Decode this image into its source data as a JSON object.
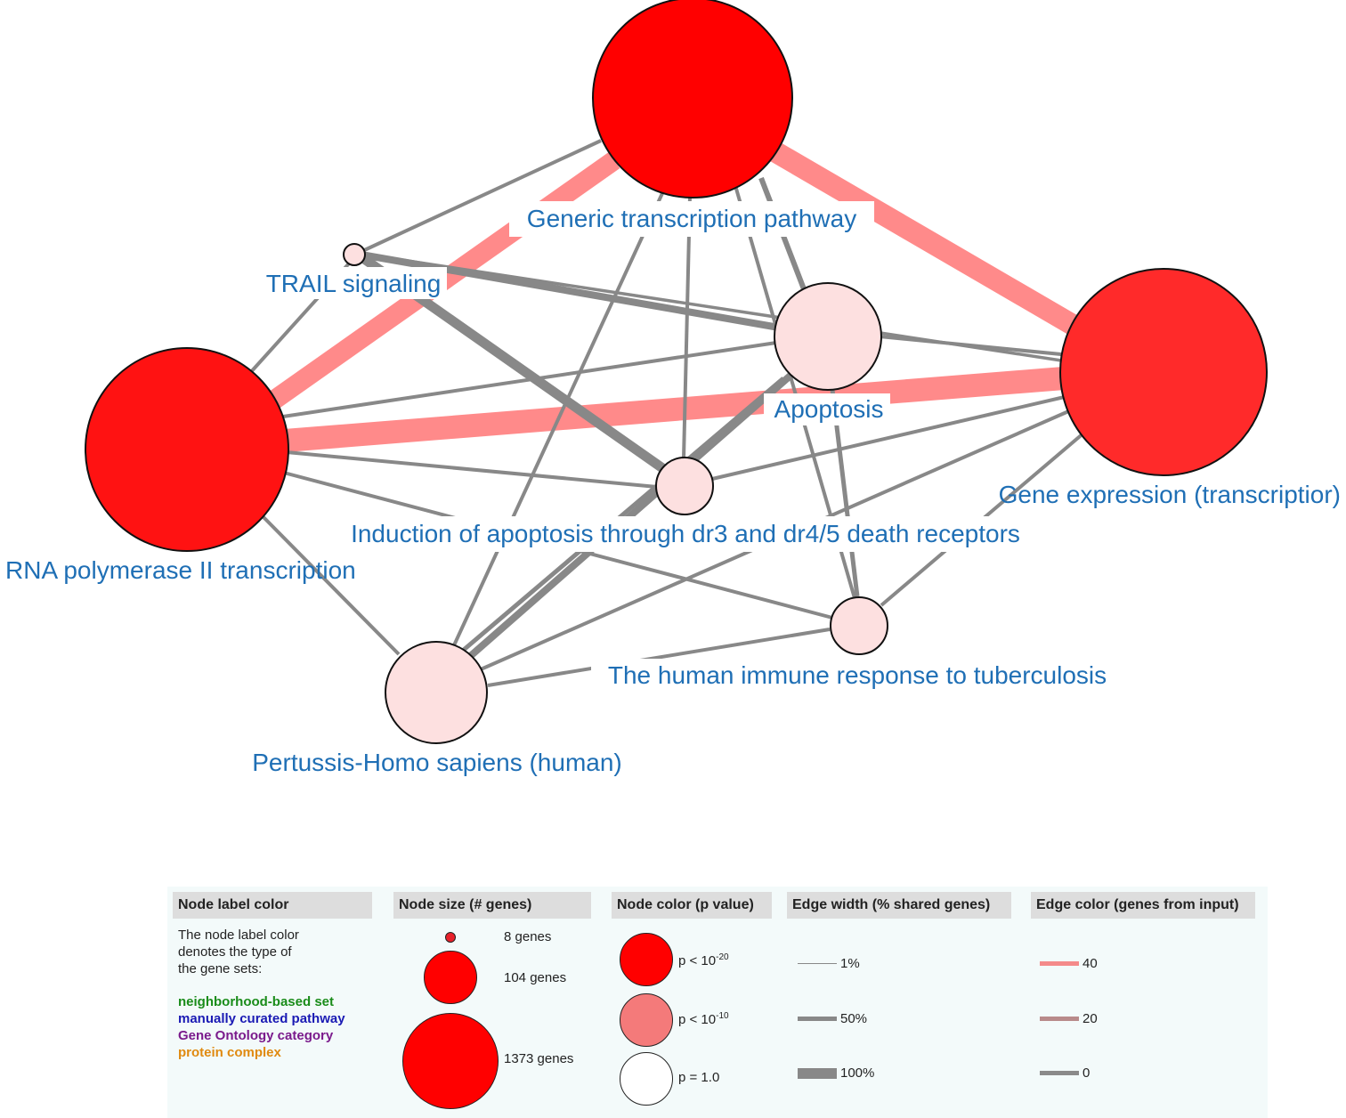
{
  "network": {
    "nodes": [
      {
        "id": "generic",
        "label": "Generic transcription pathway",
        "color": "#ff0000"
      },
      {
        "id": "trail",
        "label": "TRAIL signaling",
        "color": "#fde0e0"
      },
      {
        "id": "apoptosis",
        "label": "Apoptosis",
        "color": "#fde0e0"
      },
      {
        "id": "gene_expr",
        "label": "Gene expression (transcriptior)",
        "color": "#ff2a2a"
      },
      {
        "id": "rna_pol",
        "label": "RNA polymerase II transcription",
        "color": "#ff1212"
      },
      {
        "id": "induction",
        "label": "Induction of apoptosis through dr3 and dr4/5 death receptors",
        "color": "#fde0e0"
      },
      {
        "id": "tb",
        "label": "The human immune response to tuberculosis",
        "color": "#fde0e0"
      },
      {
        "id": "pertussis",
        "label": "Pertussis-Homo sapiens (human)",
        "color": "#fde0e0"
      }
    ],
    "edge_colors": {
      "pink": "#ff8a8a",
      "gray": "#888888"
    }
  },
  "legend": {
    "label_color": {
      "heading": "Node label color",
      "description_lines": [
        "The node label color",
        "denotes the type of",
        "the gene sets:"
      ],
      "types": [
        {
          "text": "neighborhood-based set",
          "color": "#1a8c1a"
        },
        {
          "text": "manually curated pathway",
          "color": "#1a1ab4"
        },
        {
          "text": "Gene Ontology category",
          "color": "#7a1a8c"
        },
        {
          "text": "protein complex",
          "color": "#e08a10"
        }
      ]
    },
    "node_size": {
      "heading": "Node size (# genes)",
      "items": [
        "8 genes",
        "104 genes",
        "1373 genes"
      ]
    },
    "node_color": {
      "heading": "Node color (p value)",
      "items": [
        {
          "prefix": "p < 10",
          "sup": "-20",
          "color": "#ff0000"
        },
        {
          "prefix": "p < 10",
          "sup": "-10",
          "color": "#f47a7a"
        },
        {
          "prefix": "p = 1.0",
          "sup": "",
          "color": "#ffffff"
        }
      ]
    },
    "edge_width": {
      "heading": "Edge width (% shared genes)",
      "items": [
        "1%",
        "50%",
        "100%"
      ]
    },
    "edge_color": {
      "heading": "Edge color (genes from input)",
      "items": [
        {
          "text": "40",
          "color": "#f48a8a"
        },
        {
          "text": "20",
          "color": "#b88a8a"
        },
        {
          "text": "0",
          "color": "#8a8a8a"
        }
      ]
    }
  }
}
